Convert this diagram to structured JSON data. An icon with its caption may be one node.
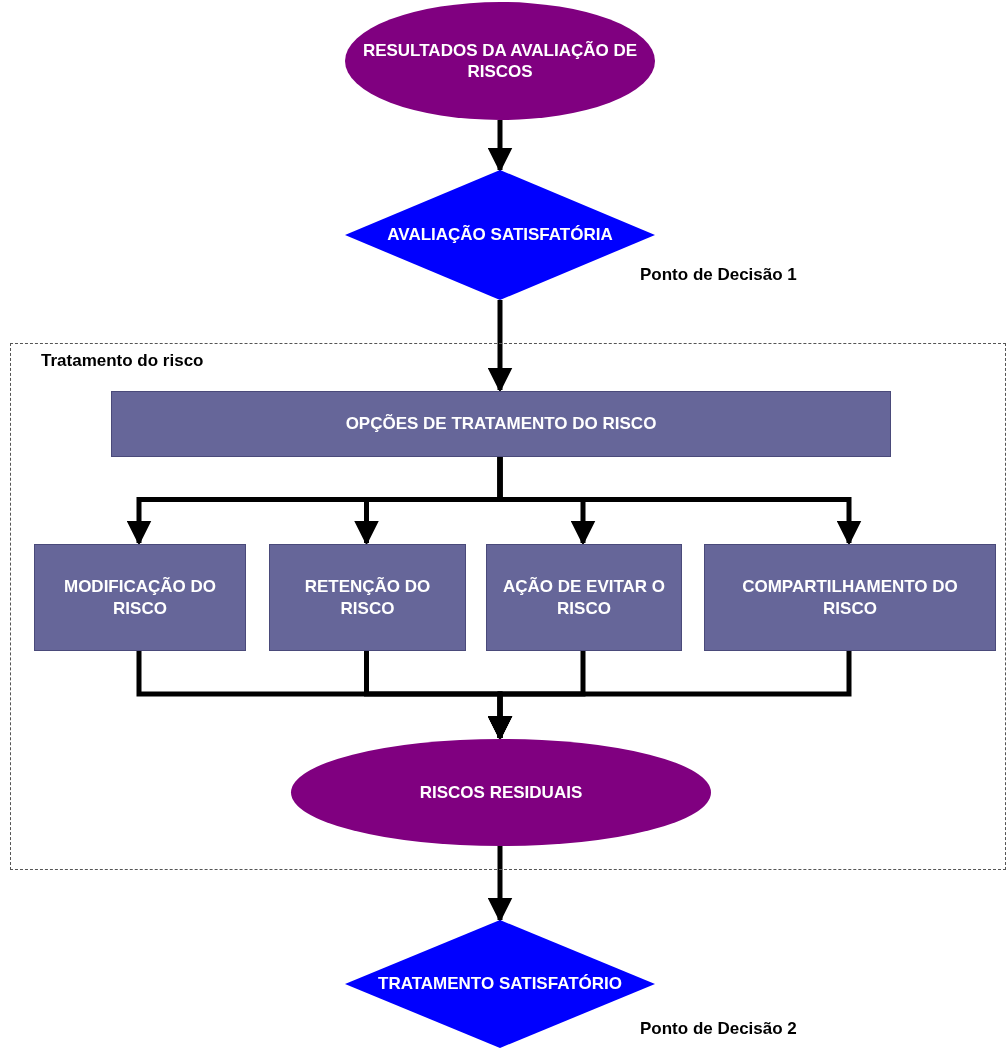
{
  "diagram": {
    "nodes": [
      {
        "text": [
          "RESULTADOS DA AVALIAÇÃO DE RISCOS"
        ]
      },
      {
        "text": [
          "AVALIAÇÃO SATISFATÓRIA"
        ],
        "beside": [
          "Ponto de Decisão 1"
        ]
      },
      {
        "text": [
          "Tratamento do risco"
        ]
      },
      {
        "text": [
          "OPÇÕES DE TRATAMENTO DO RISCO"
        ],
        "in": 2
      },
      {
        "text": [
          "MODIFICAÇÃO DO RISCO"
        ],
        "in": 2
      },
      {
        "text": [
          "RETENÇÃO DO RISCO"
        ],
        "in": 2
      },
      {
        "text": [
          "AÇÃO DE EVITAR O RISCO"
        ],
        "in": 2
      },
      {
        "text": [
          "COMPARTILHAMENTO DO RISCO"
        ],
        "in": 2
      },
      {
        "text": [
          "RISCOS RESIDUAIS"
        ],
        "in": 2
      },
      {
        "text": [
          "TRATAMENTO SATISFATÓRIO"
        ],
        "beside": [
          "Ponto de Decisão 2"
        ]
      }
    ],
    "edges": [
      {
        "from": 0,
        "to": 1,
        "arrow": "to"
      },
      {
        "from": 1,
        "to": 3,
        "arrow": "to"
      },
      {
        "from": 3,
        "to": 4,
        "arrow": "to"
      },
      {
        "from": 3,
        "to": 5,
        "arrow": "to"
      },
      {
        "from": 3,
        "to": 6,
        "arrow": "to"
      },
      {
        "from": 3,
        "to": 7,
        "arrow": "to"
      },
      {
        "from": 4,
        "to": 8,
        "arrow": "to"
      },
      {
        "from": 5,
        "to": 8,
        "arrow": "to"
      },
      {
        "from": 6,
        "to": 8,
        "arrow": "to"
      },
      {
        "from": 7,
        "to": 8,
        "arrow": "to"
      },
      {
        "from": 8,
        "to": 9,
        "arrow": "to"
      }
    ]
  }
}
